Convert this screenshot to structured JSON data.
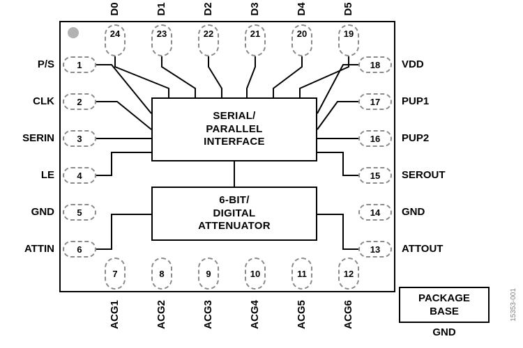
{
  "figure_number": "15353-001",
  "colors": {
    "wire": "#000000",
    "pin_dash": "#8a8a8a",
    "pin1_indicator": "#b3b3b3",
    "figure_number_text": "#808080"
  },
  "blocks": {
    "interface": {
      "line1": "SERIAL/",
      "line2": "PARALLEL",
      "line3": "INTERFACE"
    },
    "attenuator": {
      "line1": "6-BIT/",
      "line2": "DIGITAL",
      "line3": "ATTENUATOR"
    }
  },
  "pins": {
    "top": [
      {
        "num": "24",
        "label": "D0"
      },
      {
        "num": "23",
        "label": "D1"
      },
      {
        "num": "22",
        "label": "D2"
      },
      {
        "num": "21",
        "label": "D3"
      },
      {
        "num": "20",
        "label": "D4"
      },
      {
        "num": "19",
        "label": "D5"
      }
    ],
    "left": [
      {
        "num": "1",
        "label": "P/S"
      },
      {
        "num": "2",
        "label": "CLK"
      },
      {
        "num": "3",
        "label": "SERIN"
      },
      {
        "num": "4",
        "label": "LE"
      },
      {
        "num": "5",
        "label": "GND"
      },
      {
        "num": "6",
        "label": "ATTIN"
      }
    ],
    "right": [
      {
        "num": "18",
        "label": "VDD"
      },
      {
        "num": "17",
        "label": "PUP1"
      },
      {
        "num": "16",
        "label": "PUP2"
      },
      {
        "num": "15",
        "label": "SEROUT"
      },
      {
        "num": "14",
        "label": "GND"
      },
      {
        "num": "13",
        "label": "ATTOUT"
      }
    ],
    "bottom": [
      {
        "num": "7",
        "label": "ACG1"
      },
      {
        "num": "8",
        "label": "ACG2"
      },
      {
        "num": "9",
        "label": "ACG3"
      },
      {
        "num": "10",
        "label": "ACG4"
      },
      {
        "num": "11",
        "label": "ACG5"
      },
      {
        "num": "12",
        "label": "ACG6"
      }
    ]
  },
  "package_base": {
    "line1": "PACKAGE",
    "line2": "BASE",
    "gnd": "GND"
  }
}
